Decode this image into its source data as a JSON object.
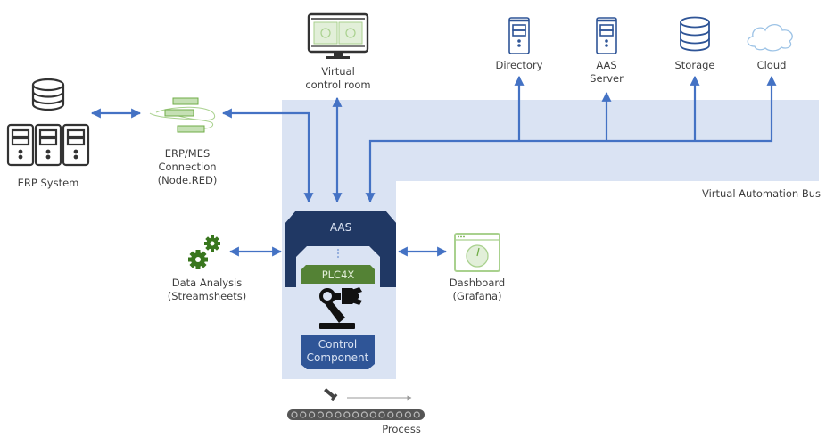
{
  "diagram": {
    "bus_label": "Virtual Automation Bus",
    "nodes": {
      "erp_system": {
        "label": "ERP System"
      },
      "erp_mes": {
        "lines": [
          "ERP/MES",
          "Connection",
          "(Node.RED)"
        ]
      },
      "control_room": {
        "lines": [
          "Virtual",
          "control room"
        ]
      },
      "directory": {
        "label": "Directory"
      },
      "aas_server": {
        "lines": [
          "AAS",
          "Server"
        ]
      },
      "storage": {
        "label": "Storage"
      },
      "cloud": {
        "label": "Cloud"
      },
      "data_analysis": {
        "lines": [
          "Data Analysis",
          "(Streamsheets)"
        ]
      },
      "dashboard": {
        "lines": [
          "Dashboard",
          "(Grafana)"
        ]
      },
      "process": {
        "label": "Process"
      }
    },
    "asset": {
      "aas_label": "AAS",
      "plc4x_label": "PLC4X",
      "control_component_lines": [
        "Control",
        "Component"
      ]
    },
    "colors": {
      "bus_fill": "#dae3f3",
      "arrow": "#4472c4",
      "aas_navy": "#203864",
      "plc_green": "#548235",
      "control_blue": "#2f5597",
      "icon_green": "#70ad47",
      "gear_green": "#38761d"
    }
  }
}
